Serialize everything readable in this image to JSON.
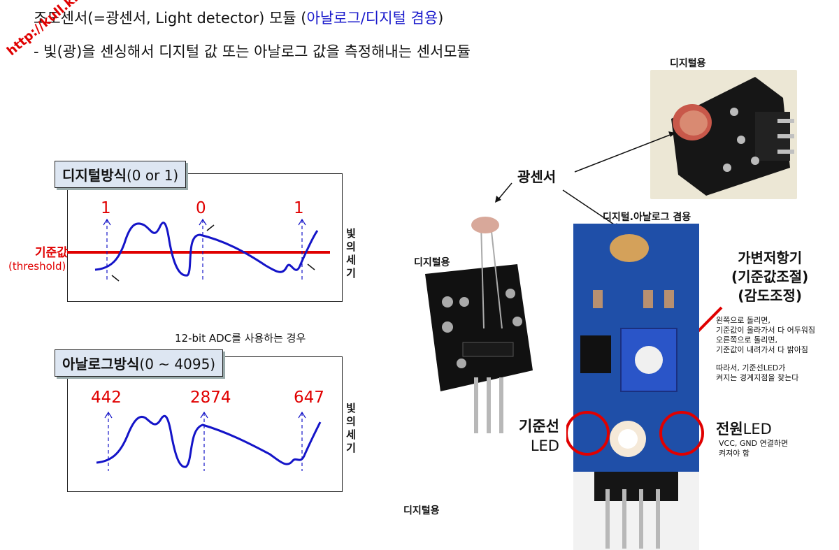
{
  "header": {
    "title_main": "조도센서(=광센서, Light detector) 모듈 (",
    "title_highlight": "아날로그/디지털 겸용",
    "title_end": ")",
    "subtitle": "- 빛(광)을 센싱해서 디지털 값 또는 아날로그 값을 측정해내는 센서모듈",
    "watermark": "http://kull.kr"
  },
  "digital_panel": {
    "label_bold": "디지털방식",
    "label_rest": "(0 or 1)",
    "values": [
      "1",
      "0",
      "1"
    ],
    "threshold_label": "기준값",
    "threshold_sub": "(threshold)",
    "side_label": [
      "빛",
      "의",
      "세",
      "기"
    ]
  },
  "adc_note": "12-bit ADC를 사용하는 경우",
  "analog_panel": {
    "label_bold": "아날로그방식",
    "label_rest": "(0 ~ 4095)",
    "values": [
      "442",
      "2874",
      "647"
    ],
    "side_label": [
      "빛",
      "의",
      "세",
      "기"
    ]
  },
  "photos": {
    "top_right_label": "디지털용",
    "center_label": "광센서",
    "left_module_label": "디지털용",
    "combo_label": "디지털.아날로그 겸용",
    "bottom_label": "디지털용"
  },
  "annotations": {
    "pot_title": [
      "가변저항기",
      "(기준값조절)",
      "(감도조정)"
    ],
    "pot_desc": [
      "왼쪽으로 돌리면,",
      "기준값이 올라가서 다 어두워짐",
      "오른쪽으로 돌리면,",
      "기준값이 내려가서 다 밝아짐"
    ],
    "pot_desc2": [
      "따라서, 기준선LED가",
      "켜지는 경계지점을 찾는다"
    ],
    "ref_led": [
      "기준선",
      "LED"
    ],
    "power_led_bold": "전원",
    "power_led_rest": "LED",
    "power_desc": [
      "VCC, GND 연결하면",
      "켜져야 함"
    ]
  },
  "colors": {
    "curve": "#1414c8",
    "threshold": "#e00000",
    "highlight": "#1a1acc",
    "pcb_blue": "#1f4fa8",
    "label_bg": "#dde6f2"
  }
}
